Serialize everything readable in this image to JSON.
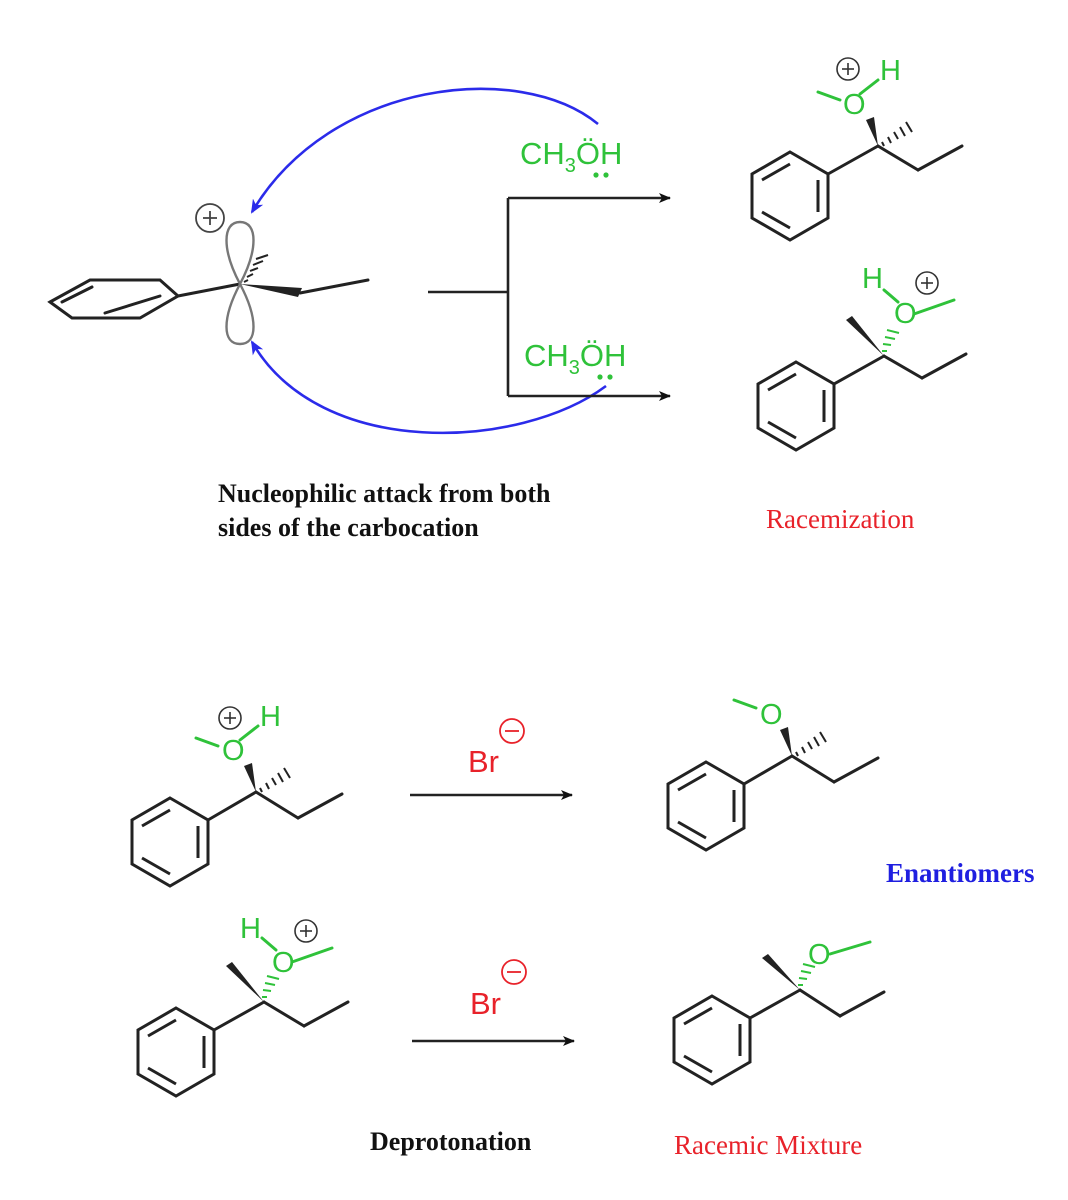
{
  "top": {
    "reagent_upper": {
      "main": "CH",
      "sub": "3",
      "tail": "ÖH"
    },
    "reagent_lower": {
      "main": "CH",
      "sub": "3",
      "tail": "ÖH"
    },
    "caption_line1": "Nucleophilic attack from both",
    "caption_line2": "sides of the carbocation",
    "result_label": "Racemization",
    "product_upper": {
      "o": "O",
      "h": "H"
    },
    "product_lower": {
      "o": "O",
      "h": "H"
    }
  },
  "bottom": {
    "reactant_upper": {
      "o": "O",
      "h": "H"
    },
    "reactant_lower": {
      "o": "O",
      "h": "H"
    },
    "reagent_upper": "Br",
    "reagent_lower": "Br",
    "product_upper_o": "O",
    "product_lower_o": "O",
    "relation_label": "Enantiomers",
    "step_label": "Deprotonation",
    "result_label": "Racemic Mixture"
  },
  "colors": {
    "bond": "#222222",
    "heteroatom": "#2fc23a",
    "bromide": "#e8222a",
    "curved_arrow": "#2b2bea",
    "emphasis_blue": "#1f1fe0"
  }
}
